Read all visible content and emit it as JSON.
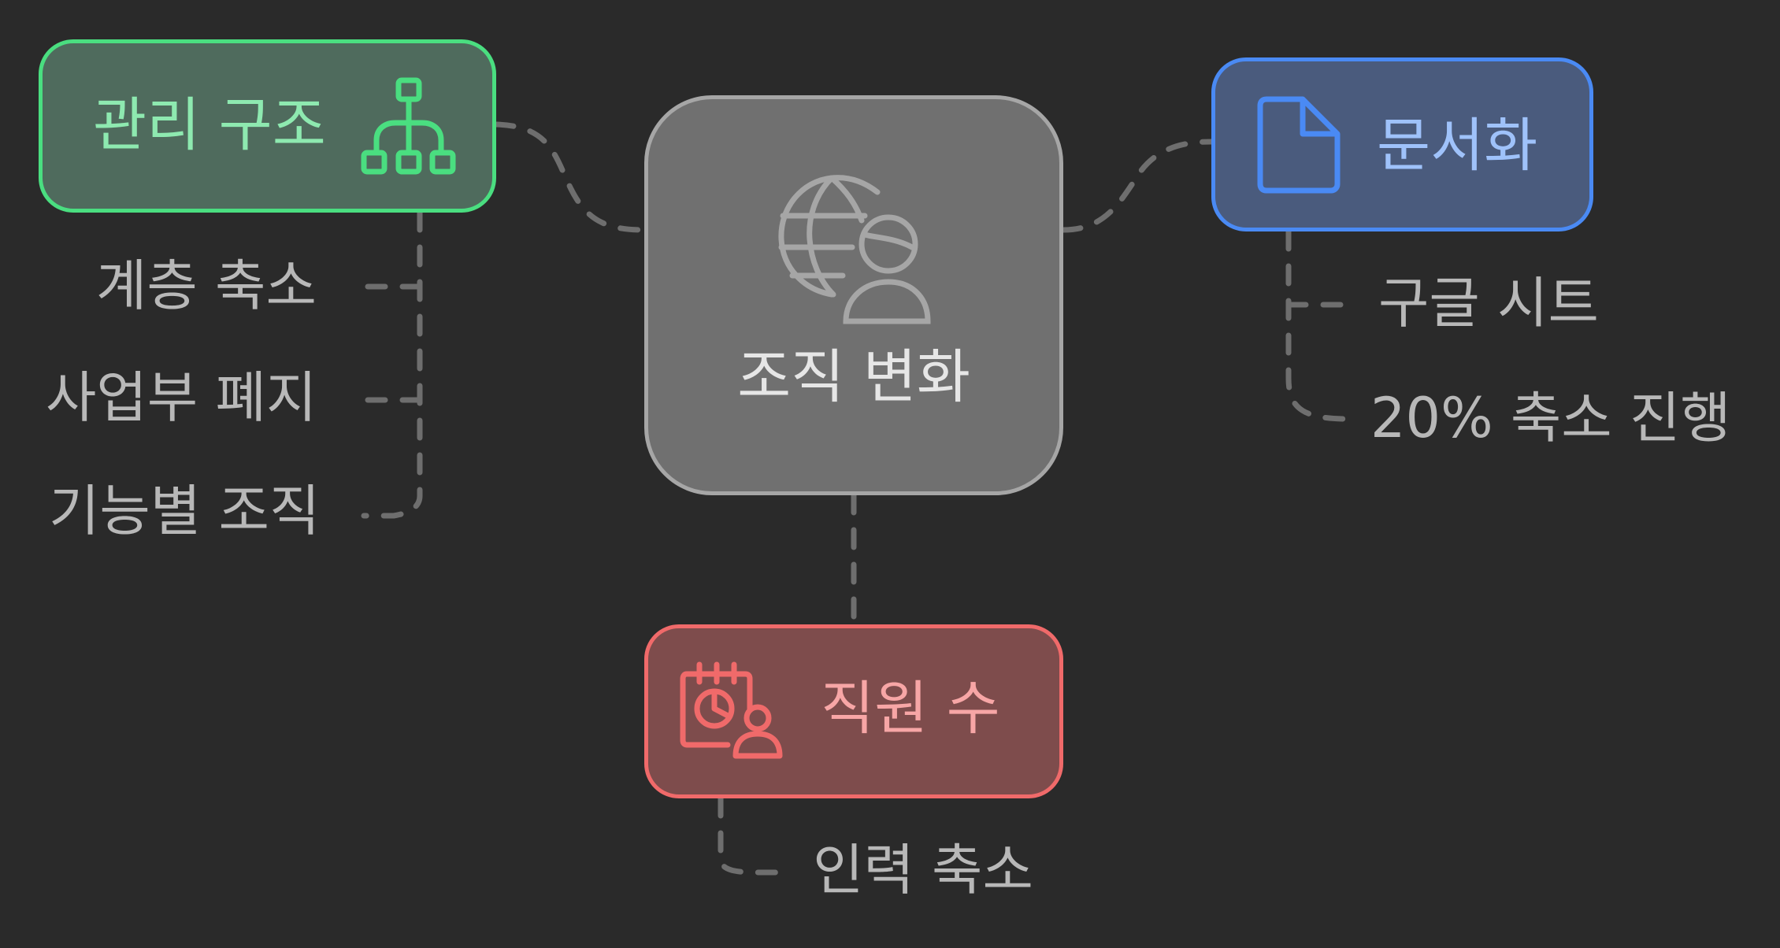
{
  "colors": {
    "background": "#2a2a2a",
    "connector": "#6e6e6e",
    "green": "#4ade80",
    "blue": "#4a8af4",
    "red": "#f06a6a",
    "gray": "#a6a6a6"
  },
  "center": {
    "title": "조직 변화",
    "icon": "globe-person-icon"
  },
  "management": {
    "title": "관리 구조",
    "icon": "org-chart-icon",
    "items": [
      "계층 축소",
      "사업부 폐지",
      "기능별 조직"
    ]
  },
  "documentation": {
    "title": "문서화",
    "icon": "document-icon",
    "items": [
      "구글 시트",
      "20% 축소 진행"
    ]
  },
  "headcount": {
    "title": "직원 수",
    "icon": "calendar-person-icon",
    "items": [
      "인력 축소"
    ]
  }
}
